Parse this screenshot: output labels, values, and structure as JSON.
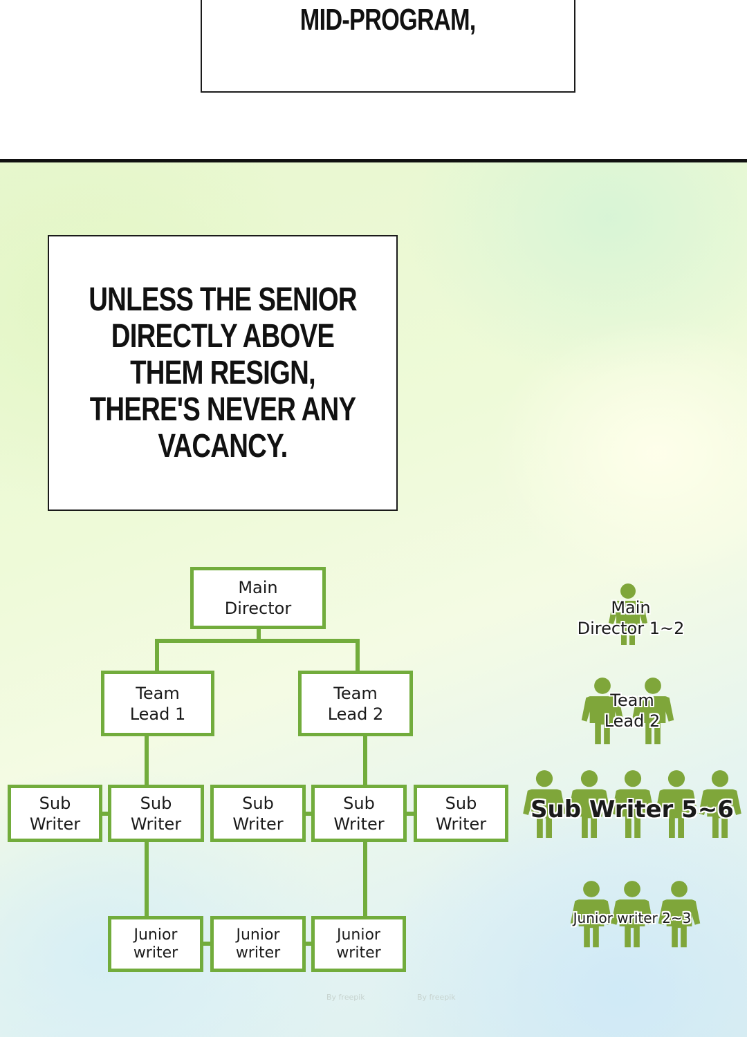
{
  "captions": {
    "top": "MID-PROGRAM,",
    "main": "UNLESS THE SENIOR DIRECTLY ABOVE THEM RESIGN, THERE'S NEVER ANY VACANCY."
  },
  "org_chart": {
    "main_director": "Main\nDirector",
    "team_leads": [
      "Team\nLead 1",
      "Team\nLead 2"
    ],
    "sub_writers": [
      "Sub\nWriter",
      "Sub\nWriter",
      "Sub\nWriter",
      "Sub\nWriter",
      "Sub\nWriter"
    ],
    "junior_writers": [
      "Junior\nwriter",
      "Junior\nwriter",
      "Junior\nwriter"
    ]
  },
  "headcount": {
    "main_director": "Main\nDirector 1~2",
    "team_lead": "Team\nLead 2",
    "sub_writer": "Sub Writer 5~6",
    "junior_writer": "Junior writer 2~3"
  },
  "watermarks": [
    "By freepik",
    "By freepik"
  ],
  "colors": {
    "accent_green": "#72ac3c",
    "figure_green": "#7fa63a"
  }
}
